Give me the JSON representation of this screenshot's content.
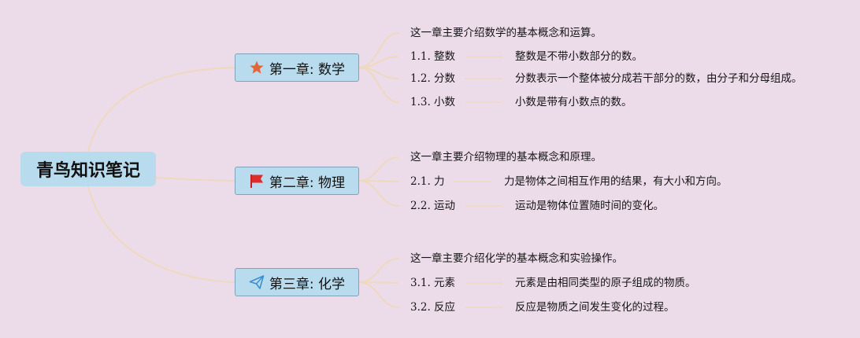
{
  "root": {
    "label": "青鸟知识笔记"
  },
  "chapters": [
    {
      "title": "第一章: 数学",
      "icon": "star-icon",
      "icon_color": "#e0673a",
      "intro": "这一章主要介绍数学的基本概念和运算。",
      "items": [
        {
          "label": "1.1. 整数",
          "desc": "整数是不带小数部分的数。"
        },
        {
          "label": "1.2. 分数",
          "desc": "分数表示一个整体被分成若干部分的数，由分子和分母组成。"
        },
        {
          "label": "1.3. 小数",
          "desc": "小数是带有小数点的数。"
        }
      ]
    },
    {
      "title": "第二章: 物理",
      "icon": "flag-icon",
      "icon_color": "#e02b2b",
      "intro": "这一章主要介绍物理的基本概念和原理。",
      "items": [
        {
          "label": "2.1. 力",
          "desc": "力是物体之间相互作用的结果，有大小和方向。"
        },
        {
          "label": "2.2. 运动",
          "desc": "运动是物体位置随时间的变化。"
        }
      ]
    },
    {
      "title": "第三章: 化学",
      "icon": "paper-plane-icon",
      "icon_color": "#3a8fd0",
      "intro": "这一章主要介绍化学的基本概念和实验操作。",
      "items": [
        {
          "label": "3.1. 元素",
          "desc": "元素是由相同类型的原子组成的物质。"
        },
        {
          "label": "3.2. 反应",
          "desc": "反应是物质之间发生变化的过程。"
        }
      ]
    }
  ],
  "colors": {
    "background": "#ecdbe9",
    "node_fill": "#b9dbee",
    "connector": "#eed9bf"
  }
}
